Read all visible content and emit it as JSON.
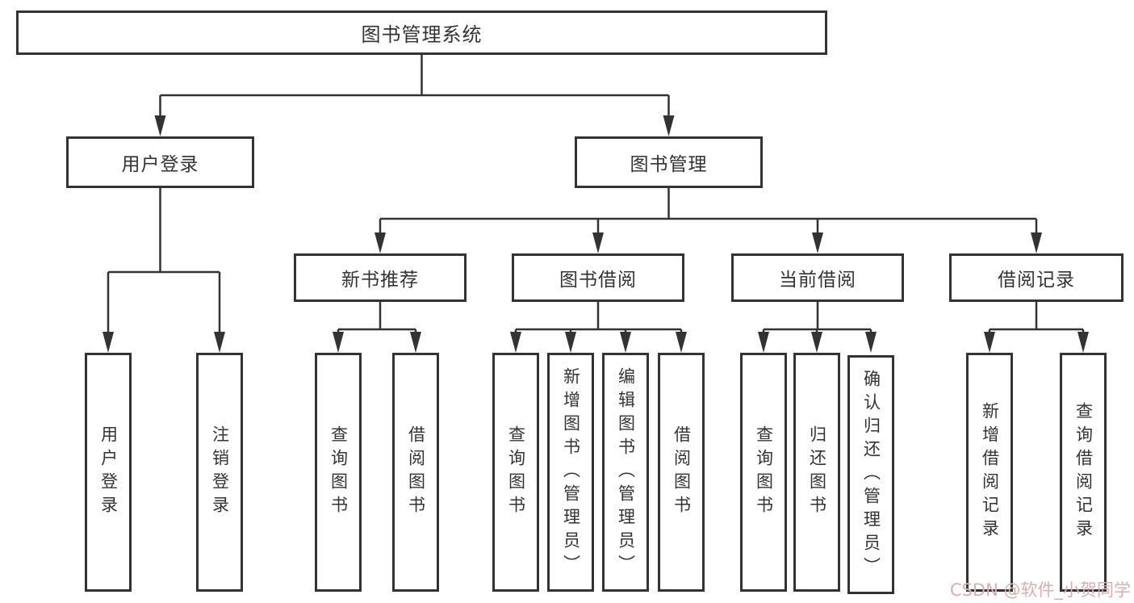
{
  "diagram": {
    "root": "图书管理系统",
    "level2": {
      "login": "用户登录",
      "management": "图书管理"
    },
    "level3": {
      "new_books": "新书推荐",
      "borrowing": "图书借阅",
      "current": "当前借阅",
      "records": "借阅记录"
    },
    "leaves": {
      "login": [
        "用户登录",
        "注销登录"
      ],
      "new_books": [
        "查询图书",
        "借阅图书"
      ],
      "borrowing": [
        "查询图书",
        "新增图书（管理员）",
        "编辑图书（管理员）",
        "借阅图书"
      ],
      "current": [
        "查询图书",
        "归还图书",
        "确认归还（管理员）"
      ],
      "records": [
        "新增借阅记录",
        "查询借阅记录"
      ]
    }
  },
  "watermark": {
    "text": "CSDN @软件_小贺同学",
    "color": "#d9aeae"
  },
  "colors": {
    "line": "#333333",
    "box_border": "#333333",
    "text": "#333333",
    "background": "#ffffff"
  }
}
